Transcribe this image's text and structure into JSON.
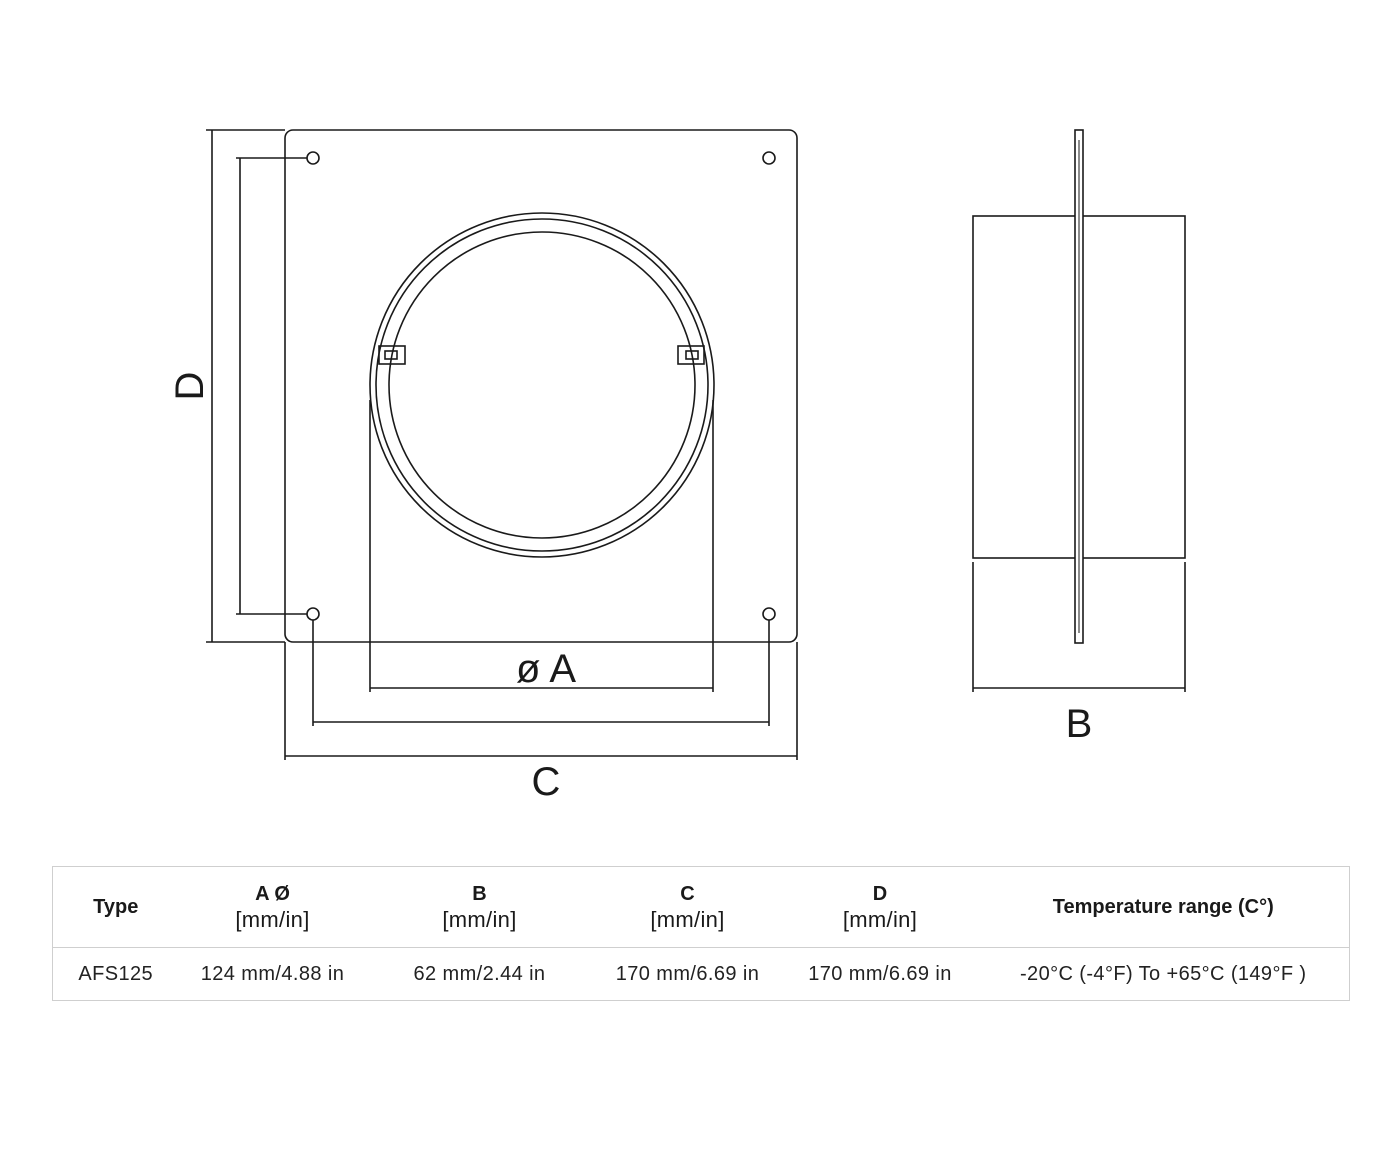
{
  "drawing": {
    "labels": {
      "a": "ø A",
      "b": "B",
      "c": "C",
      "d": "D"
    },
    "line_color": "#1a1a1a"
  },
  "table": {
    "headers": {
      "type": "Type",
      "a_symbol": "A Ø",
      "a_unit": "[mm/in]",
      "b_symbol": "B",
      "b_unit": "[mm/in]",
      "c_symbol": "C",
      "c_unit": "[mm/in]",
      "d_symbol": "D",
      "d_unit": "[mm/in]",
      "temperature": "Temperature range (C°)"
    },
    "row": {
      "type": "AFS125",
      "a": "124 mm/4.88 in",
      "b": "62 mm/2.44 in",
      "c": "170 mm/6.69 in",
      "d": "170 mm/6.69 in",
      "temperature": "-20°C (-4°F) To +65°C (149°F )"
    },
    "border_color": "#cfcfcf"
  }
}
